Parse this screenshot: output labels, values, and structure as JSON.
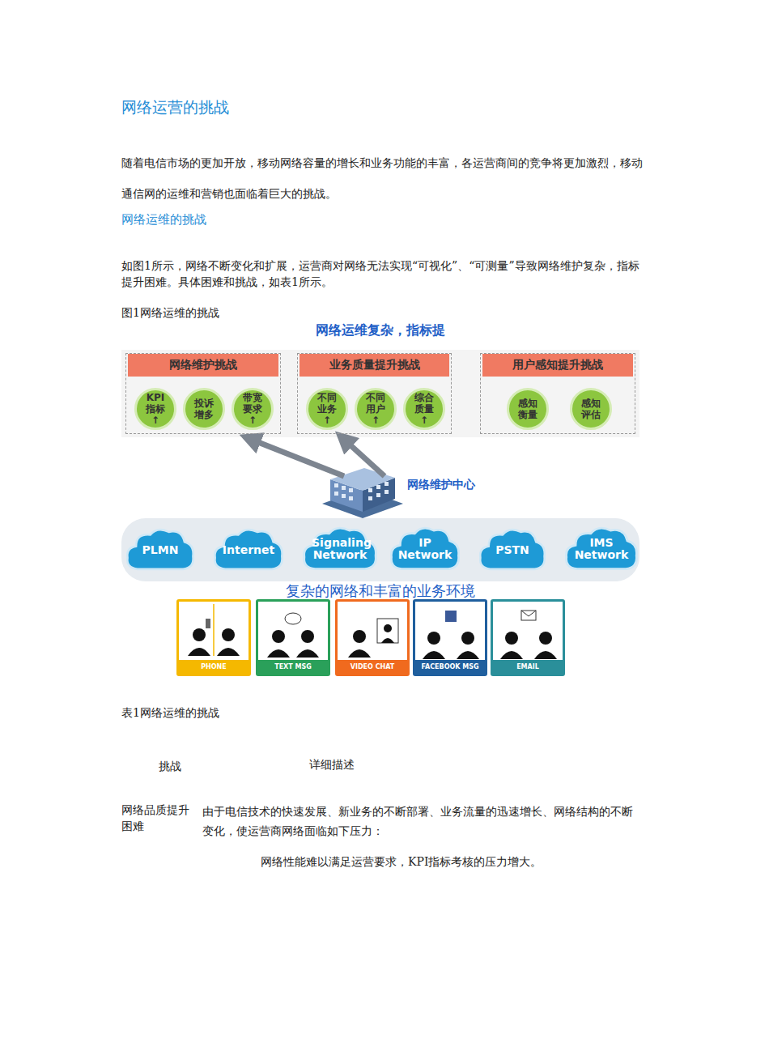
{
  "diagram": {
    "title": "网络运营的挑战",
    "caption": "图1网络运维的挑战",
    "nodes": [
      {
        "text": [
          "网络维护挑战"
        ]
      },
      {
        "text": [
          "KPI指标↑"
        ],
        "in": 0
      },
      {
        "text": [
          "投诉增多"
        ],
        "in": 0
      },
      {
        "text": [
          "带宽要求↑"
        ],
        "in": 0
      },
      {
        "text": [
          "业务质量提升挑战"
        ]
      },
      {
        "text": [
          "不同业务↑"
        ],
        "in": 4
      },
      {
        "text": [
          "不同用户↑"
        ],
        "in": 4
      },
      {
        "text": [
          "综合质量↑"
        ],
        "in": 4
      },
      {
        "text": [
          "用户感知提升挑战"
        ]
      },
      {
        "text": [
          "感知衡量"
        ],
        "in": 8
      },
      {
        "text": [
          "感知评估"
        ],
        "in": 8
      },
      {
        "text": [
          "网络维护中心"
        ]
      },
      {
        "text": [
          "PLMN"
        ]
      },
      {
        "text": [
          "Internet"
        ]
      },
      {
        "text": [
          "Signaling Network"
        ]
      },
      {
        "text": [
          "IP Network"
        ]
      },
      {
        "text": [
          "PSTN"
        ]
      },
      {
        "text": [
          "IMS Network"
        ]
      },
      {
        "text": [
          "PHONE"
        ]
      },
      {
        "text": [
          "TEXT MSG"
        ]
      },
      {
        "text": [
          "VIDEO CHAT"
        ]
      },
      {
        "text": [
          "FACEBOOK MSG"
        ]
      },
      {
        "text": [
          "EMAIL"
        ]
      }
    ],
    "edges": [
      {
        "from": 11,
        "to": 0,
        "arrow": "to"
      },
      {
        "from": 11,
        "to": 4,
        "arrow": "to"
      }
    ],
    "labels": [
      "随着电信市场的更加开放，移动网络容量的增长和业务功能的丰富，各运营商间的竞争将更加激烈，移动通信网的运维和营销也面临着巨大的挑战。",
      "网络运维的挑战",
      "如图1所示，网络不断变化和扩展，运营商对网络无法实现“可视化”、“可测量”导致网络维护复杂，指标提升困难。具体困难和挑战，如表1所示。",
      "网络运维复杂，指标提",
      "复杂的网络和丰富的业务环境",
      "表1网络运维的挑战",
      "挑战",
      "详细描述",
      "网络品质提升困难",
      "由于电信技术的快速发展、新业务的不断部署、业务流量的迅速增长、网络结构的不断变化，使运营商网络面临如下压力：",
      "网络性能难以满足运营要求，KPI指标考核的压力增大。"
    ]
  }
}
